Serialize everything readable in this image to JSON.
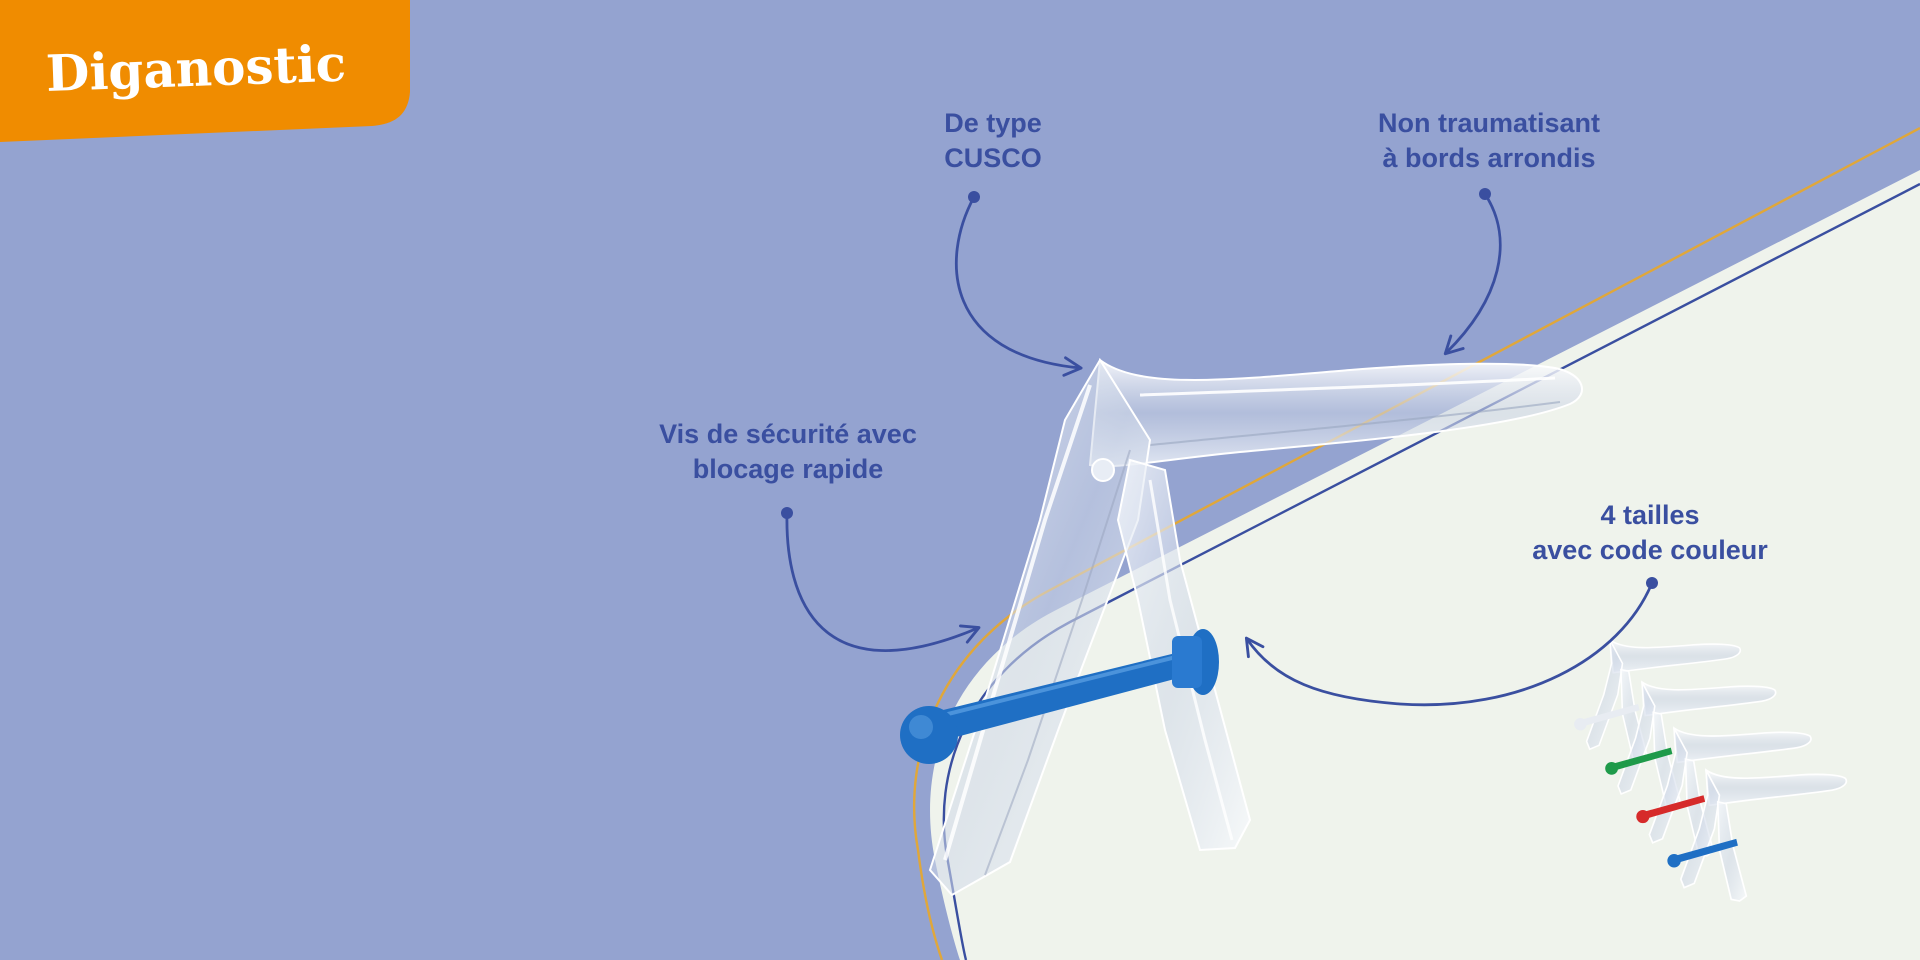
{
  "brand": {
    "title": "Diganostic",
    "color": "#f08c00"
  },
  "colors": {
    "background": "#94a3d0",
    "panel": "#eff3ec",
    "accent_line": "#e0a73a",
    "text": "#3a4fa0",
    "screw_blue": "#1f6fc4",
    "screw_green": "#1e9a4a",
    "screw_red": "#d62a2a"
  },
  "callouts": {
    "type": {
      "line1": "De type",
      "line2": "CUSCO"
    },
    "edges": {
      "line1": "Non traumatisant",
      "line2": "à bords arrondis"
    },
    "screw": {
      "line1": "Vis de sécurité avec",
      "line2": "blocage rapide"
    },
    "sizes": {
      "line1": "4 tailles",
      "line2": "avec code couleur"
    }
  },
  "size_variants": [
    {
      "color_name": "none",
      "color": "#e8ecf2"
    },
    {
      "color_name": "green",
      "color": "#1e9a4a"
    },
    {
      "color_name": "red",
      "color": "#d62a2a"
    },
    {
      "color_name": "blue",
      "color": "#1f6fc4"
    }
  ]
}
